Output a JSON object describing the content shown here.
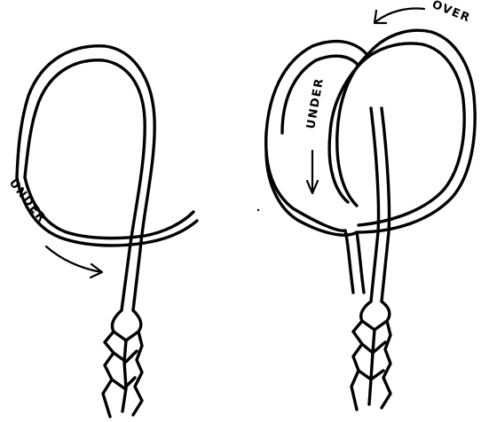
{
  "left_panel": {
    "direction_label": "UNDER"
  },
  "right_panel": {
    "over_label": "OVER",
    "under_label": "UNDER"
  }
}
